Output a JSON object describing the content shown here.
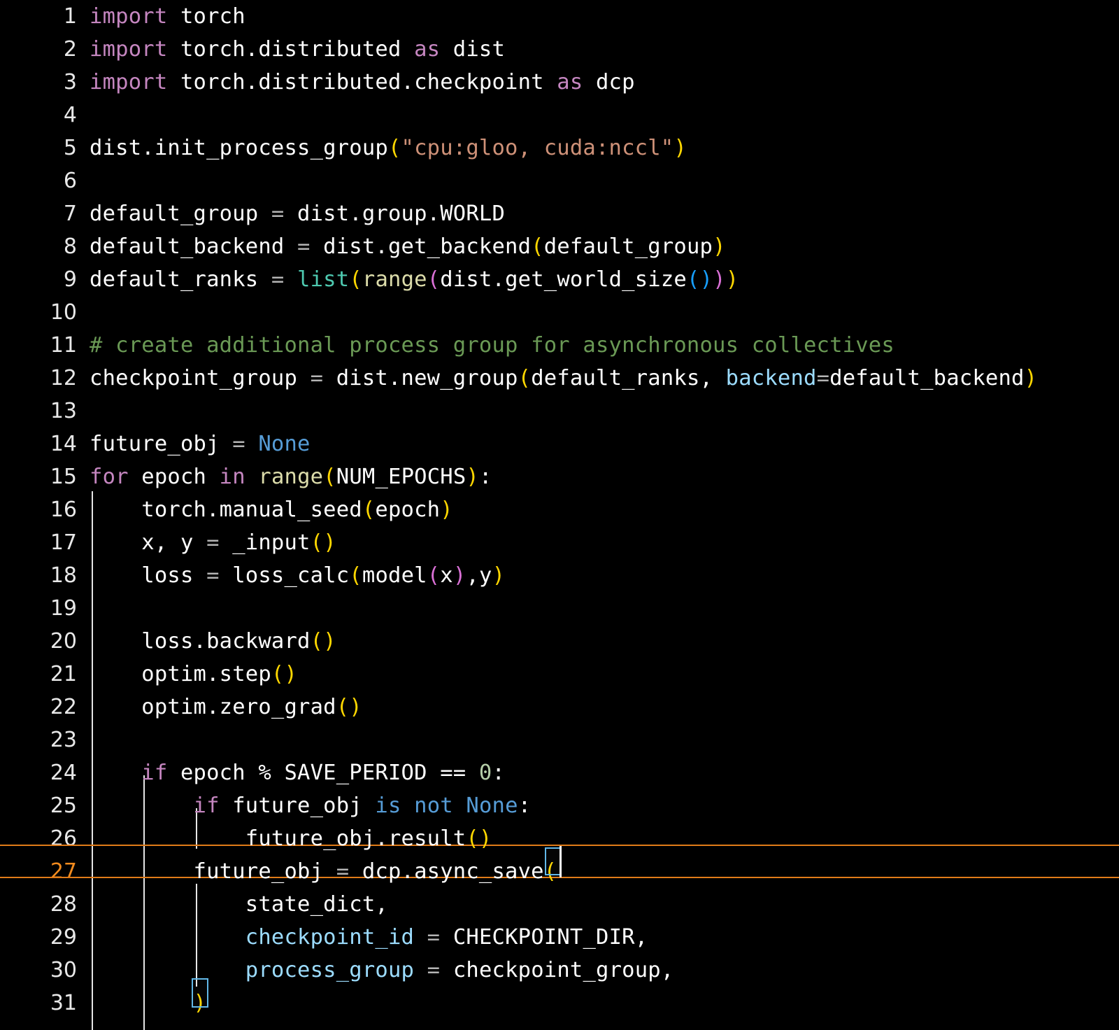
{
  "editor": {
    "language": "python",
    "theme": "dark-plus-black",
    "font_size": "30px",
    "line_height": 47,
    "active_line": 27,
    "cursor_column": 37,
    "total_visible_lines": 31,
    "colors": {
      "background": "#000000",
      "foreground": "#ffffff",
      "line_number": "#e8e8e8",
      "active_line_number": "#f28b1e",
      "active_line_border": "#e07b18",
      "indent_guide": "#e6e6e6",
      "bracket_match_border": "#62b8e8",
      "caret": "#ffffff",
      "keyword": "#c586c0",
      "keyword_control": "#569cd6",
      "function": "#dcdcaa",
      "type": "#4ec9b0",
      "string": "#ce9178",
      "comment": "#6a9955",
      "number": "#b5cea8",
      "parameter": "#9cdcfe",
      "operator": "#b4b4b4",
      "bracket_level_1": "#ffd700",
      "bracket_level_2": "#da70d6",
      "bracket_level_3": "#179fff"
    }
  },
  "gutter": {
    "line_numbers": [
      "1",
      "2",
      "3",
      "4",
      "5",
      "6",
      "7",
      "8",
      "9",
      "10",
      "11",
      "12",
      "13",
      "14",
      "15",
      "16",
      "17",
      "18",
      "19",
      "20",
      "21",
      "22",
      "23",
      "24",
      "25",
      "26",
      "27",
      "28",
      "29",
      "30",
      "31"
    ]
  },
  "code": {
    "lines": [
      {
        "n": 1,
        "text": "import torch"
      },
      {
        "n": 2,
        "text": "import torch.distributed as dist"
      },
      {
        "n": 3,
        "text": "import torch.distributed.checkpoint as dcp"
      },
      {
        "n": 4,
        "text": ""
      },
      {
        "n": 5,
        "text": "dist.init_process_group(\"cpu:gloo, cuda:nccl\")"
      },
      {
        "n": 6,
        "text": ""
      },
      {
        "n": 7,
        "text": "default_group = dist.group.WORLD"
      },
      {
        "n": 8,
        "text": "default_backend = dist.get_backend(default_group)"
      },
      {
        "n": 9,
        "text": "default_ranks = list(range(dist.get_world_size()))"
      },
      {
        "n": 10,
        "text": ""
      },
      {
        "n": 11,
        "text": "# create additional process group for asynchronous collectives"
      },
      {
        "n": 12,
        "text": "checkpoint_group = dist.new_group(default_ranks, backend=default_backend)"
      },
      {
        "n": 13,
        "text": ""
      },
      {
        "n": 14,
        "text": "future_obj = None"
      },
      {
        "n": 15,
        "text": "for epoch in range(NUM_EPOCHS):"
      },
      {
        "n": 16,
        "text": "    torch.manual_seed(epoch)"
      },
      {
        "n": 17,
        "text": "    x, y = _input()"
      },
      {
        "n": 18,
        "text": "    loss = loss_calc(model(x),y)"
      },
      {
        "n": 19,
        "text": ""
      },
      {
        "n": 20,
        "text": "    loss.backward()"
      },
      {
        "n": 21,
        "text": "    optim.step()"
      },
      {
        "n": 22,
        "text": "    optim.zero_grad()"
      },
      {
        "n": 23,
        "text": ""
      },
      {
        "n": 24,
        "text": "    if epoch % SAVE_PERIOD == 0:"
      },
      {
        "n": 25,
        "text": "        if future_obj is not None:"
      },
      {
        "n": 26,
        "text": "            future_obj.result()"
      },
      {
        "n": 27,
        "text": "        future_obj = dcp.async_save("
      },
      {
        "n": 28,
        "text": "            state_dict,"
      },
      {
        "n": 29,
        "text": "            checkpoint_id = CHECKPOINT_DIR,"
      },
      {
        "n": 30,
        "text": "            process_group = checkpoint_group,"
      },
      {
        "n": 31,
        "text": "        )"
      }
    ]
  },
  "tokens": {
    "import": "import",
    "as": "as",
    "for": "for",
    "in": "in",
    "if": "if",
    "is": "is",
    "not": "not",
    "none": "None",
    "list": "list",
    "range": "range",
    "zero": "0",
    "comment_line11": "# create additional process group for asynchronous collectives",
    "string_backends": "\"cpu:gloo, cuda:nccl\"",
    "kwarg_backend": "backend",
    "kwarg_checkpoint_id": "checkpoint_id",
    "kwarg_process_group": "process_group"
  }
}
